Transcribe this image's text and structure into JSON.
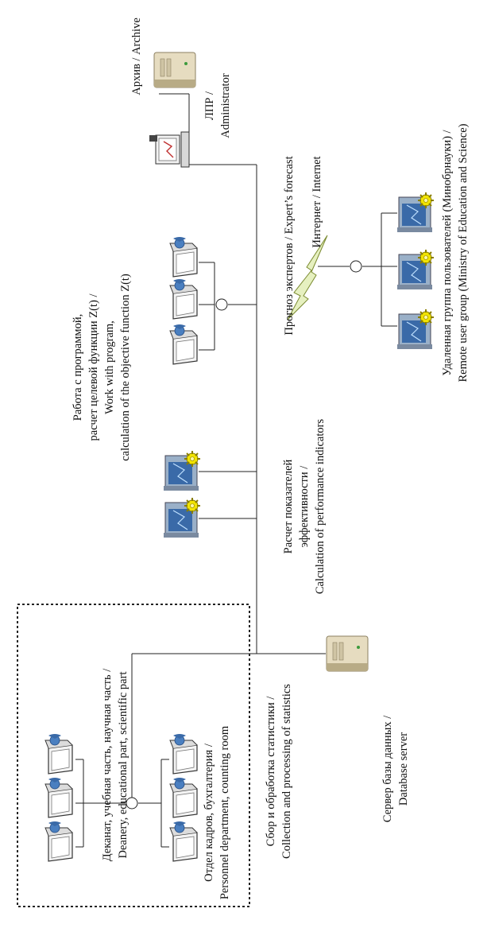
{
  "labels": {
    "archive": "Архив / Archive",
    "admin_1": "ЛПР /",
    "admin_2": "Administrator",
    "expert": "Прогноз экспертов / Expert’s forecast",
    "internet": "Интернет / Internet",
    "work_1": "Работа с программой,",
    "work_2": "расчет целевой функции Z(t) /",
    "work_3": "Work with program,",
    "work_4": "calculation of the objective function Z(t)",
    "calc_1": "Расчет показателей",
    "calc_2": "эффективности /",
    "calc_3": "Calculation of performance indicators",
    "remote_1": "Удаленная группа пользователей (Минобрнауки) /",
    "remote_2": "Remote user group (Ministry of Education and Science)",
    "deanery_1": "Деканат,  учебная часть, научная часть /",
    "deanery_2": "Deanery, educational part, scientific part",
    "personnel_1": "Отдел кадров, бухгалтерия /",
    "personnel_2": "Personnel department, counting room",
    "collect_1": "Сбор и обработка статистики /",
    "collect_2": "Collection and processing of statistics",
    "db_1": "Сервер базы данных /",
    "db_2": "Database server"
  },
  "colors": {
    "line": "#222222",
    "server_body": "#e6dcc0",
    "server_shadow": "#b8ab86",
    "screen": "#3a6aa8",
    "gear": "#f2e400",
    "user_head": "#4a7fc0",
    "lightning": "#e6f0c0"
  }
}
